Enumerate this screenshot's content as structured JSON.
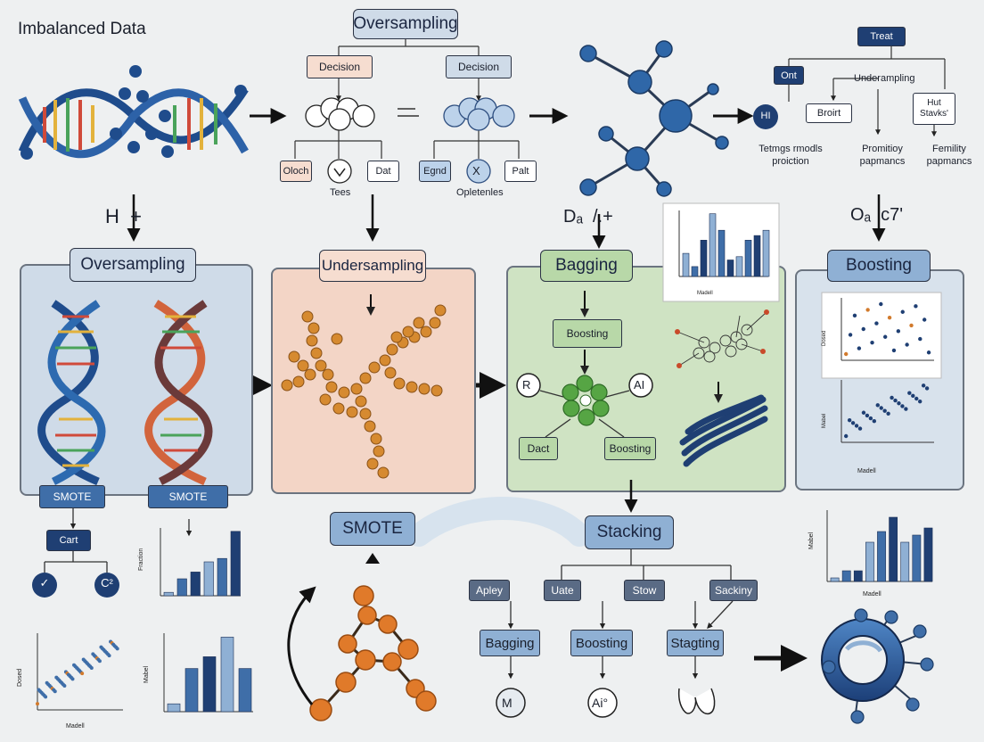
{
  "main_title": "Imbalanced Data",
  "top": {
    "oversampling_title": "Oversampling",
    "decision_left": "Decision",
    "decision_right": "Decision",
    "leaf_left_1": "Oloch",
    "leaf_left_3": "Dat",
    "leaf_right_1": "Egnd",
    "leaf_right_2": "X",
    "leaf_right_3": "Palt",
    "caption_left": "Tees",
    "caption_right": "Opletenles",
    "treat": "Treat",
    "ont": "Ont",
    "undersampling_small": "Underampling",
    "hi_node": "HI",
    "broirt": "Broirt",
    "hut": "Hut",
    "stavks": "Stavks'",
    "col1_text": "Tetmgs rmodls proiction",
    "col2_text": "Promitioy papmancs",
    "col3_text": "Femility papmancs"
  },
  "arrow_labels": {
    "left": "H  +",
    "middle": "Dₐ  /.+",
    "right": "Oₐ  c7'"
  },
  "panels": {
    "oversampling": "Oversampling",
    "undersampling": "Undersampling",
    "bagging": "Bagging",
    "boosting": "Boosting"
  },
  "oversampling_panel": {
    "smote_left": "SMOTE",
    "smote_right": "SMOTE",
    "cart": "Cart",
    "circle_left": "✓",
    "circle_right": "C²"
  },
  "bagging_panel": {
    "boosting_box": "Boosting",
    "r_node": "R",
    "ai_node": "AI",
    "dact": "Dact",
    "boosting_small": "Boosting"
  },
  "bottom": {
    "smote": "SMOTE",
    "stacking": "Stacking",
    "apley": "Apley",
    "uate": "Uate",
    "stow": "Stow",
    "sackiny": "Sackiny",
    "bagging": "Bagging",
    "boosting": "Boosting",
    "stagting": "Stagting",
    "m_node": "M",
    "ai_node": "Ai°"
  },
  "axis_text": {
    "model": "Madell",
    "y_short": "Mabel",
    "y_fraction": "Fraction",
    "y_dosad": "Dosed"
  },
  "colors": {
    "navy": "#1f3f73",
    "mid_blue": "#3f6ea8",
    "light_blue": "#8fb0d4",
    "panel_blue": "#cfdbe8",
    "panel_peach": "#f3d5c6",
    "panel_green": "#cfe3c3",
    "orange": "#d27a2c",
    "green_node": "#56a544"
  }
}
